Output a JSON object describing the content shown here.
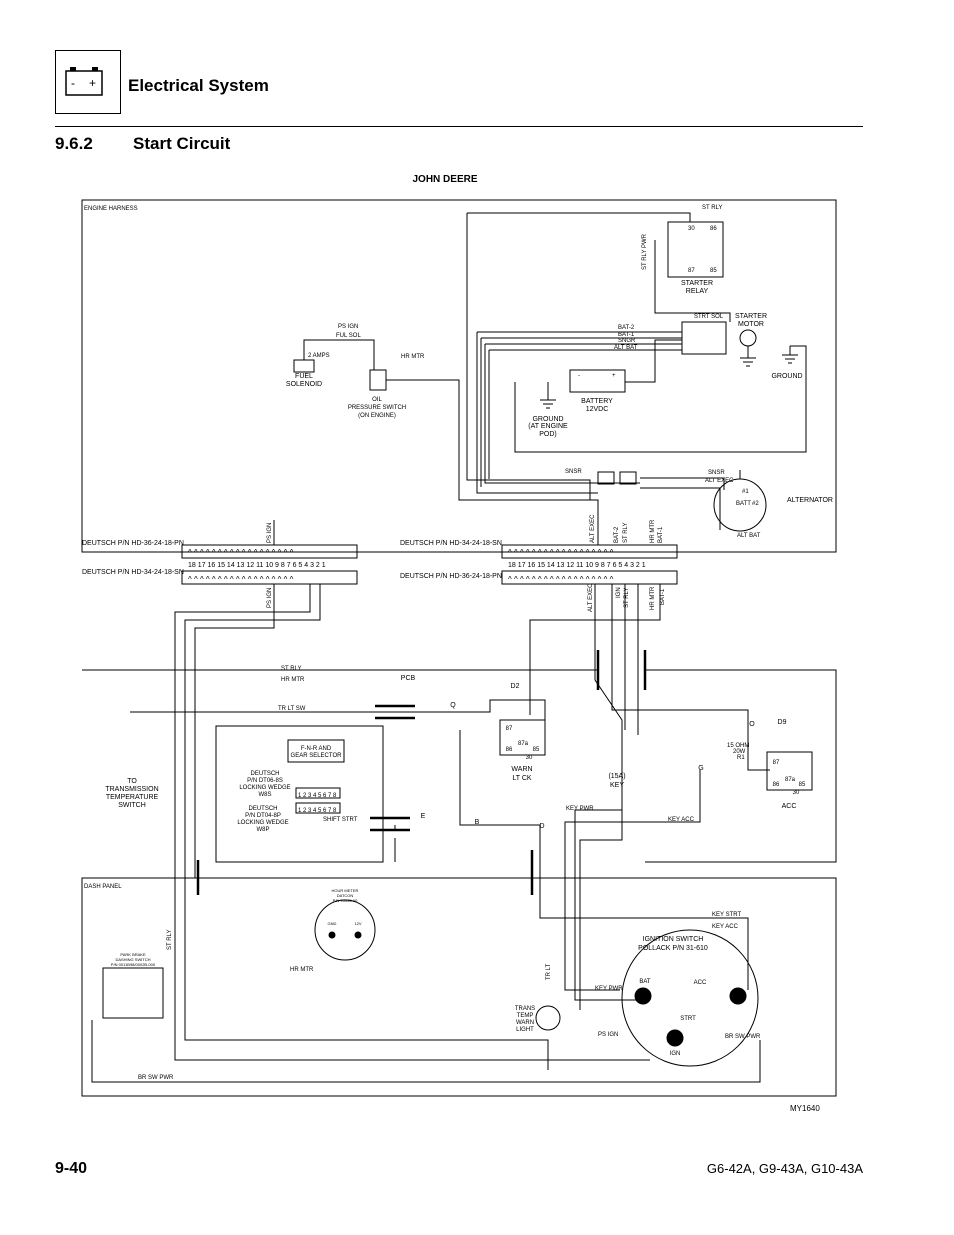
{
  "header": {
    "section_title": "Electrical System",
    "battery_minus": "-",
    "battery_plus": "+"
  },
  "section": {
    "number": "9.6.2",
    "name": "Start Circuit"
  },
  "diagram": {
    "title": "JOHN DEERE",
    "figure_id": "MY1640",
    "engine_harness": "ENGINE HARNESS",
    "dash_panel": "DASH PANEL",
    "pcb": "PCB",
    "connectors": {
      "left_top": "DEUTSCH P/N HD-36-24-18-PN",
      "left_bottom": "DEUTSCH P/N HD-34-24-18-SN",
      "right_top": "DEUTSCH P/N HD-34-24-18-SN",
      "right_bottom": "DEUTSCH P/N HD-36-24-18-PN",
      "pins": "18 17 16 15 14 13 12 11 10 9  8  7  6  5  4  3  2  1",
      "chevrons": "^ ^ ^ ^ ^ ^ ^ ^ ^ ^ ^ ^ ^ ^ ^ ^ ^ ^"
    },
    "wires": {
      "st_rly": "ST RLY",
      "st_rly_pwr": "ST RLY PWR",
      "strt_sol": "STRT SOL",
      "bat2": "BAT-2",
      "bat1": "BAT-1",
      "sngr": "SNGR",
      "alt_bat": "ALT BAT",
      "ps_ign": "PS IGN",
      "ful_sol": "FUL SOL",
      "two_amps": "2 AMPS",
      "hr_mtr": "HR MTR",
      "snsr": "SNSR",
      "alt_exec": "ALT EXEC",
      "alt_exec_v": "ALT EXEC",
      "bat2_v": "BAT-2",
      "st_rly_v": "ST RLY",
      "hr_mtr_v": "HR MTR",
      "bat1_v": "BAT-1",
      "ps_ign_v": "PS IGN",
      "ps_ign_v2": "PS IGN",
      "alt_exec_v2": "ALT EXEC",
      "ign_v": "IGN",
      "st_rly_v2": "ST RLY",
      "hr_mtr_v2": "HR MTR",
      "bat1_v2": "BAT-1",
      "st_rly_h": "ST RLY",
      "hr_mtr_h": "HR MTR",
      "tr_lt_sw": "TR LT SW",
      "key_pwr": "KEY PWR",
      "key_acc": "KEY ACC",
      "key_strt": "KEY STRT",
      "key_acc2": "KEY ACC",
      "key_pwr2": "KEY PWR",
      "ps_ign2": "PS IGN",
      "br_sw_pwr": "BR SW PWR",
      "br_sw_pwr2": "BR SW PWR",
      "hr_mtr3": "HR MTR",
      "st_rly3": "ST RLY",
      "tr_lt": "TR LT"
    },
    "components": {
      "starter_relay": [
        "STARTER",
        "RELAY"
      ],
      "starter_motor": [
        "STARTER",
        "MOTOR"
      ],
      "ground": "GROUND",
      "battery": [
        "BATTERY",
        "12VDC"
      ],
      "ground_engine": [
        "GROUND",
        "(AT ENGINE",
        "POD)"
      ],
      "fuel_solenoid": [
        "FUEL",
        "SOLENOID"
      ],
      "oil_switch": [
        "OIL",
        "PRESSURE SWITCH",
        "(ON ENGINE)"
      ],
      "alternator": "ALTERNATOR",
      "alt_batt": "BATT",
      "alt_e1": "#1",
      "alt_e2": "#2",
      "relay_pins": {
        "p30": "30",
        "p86": "86",
        "p87": "87",
        "p85": "85",
        "p87a": "87a"
      },
      "warn_relay": [
        "WARN",
        "LT CK"
      ],
      "d2": "D2",
      "d9": "D9",
      "acc": "ACC",
      "key": [
        "(15A)",
        "KEY"
      ],
      "resistor": [
        "15 OHM",
        "20W",
        "R1"
      ],
      "nodes": {
        "q": "Q",
        "o": "O",
        "g": "G",
        "e": "E",
        "b": "B",
        "d": "D"
      },
      "trans_temp_switch": [
        "TO",
        "TRANSMISSION",
        "TEMPERATURE",
        "SWITCH"
      ],
      "gear_selector": [
        "F-N-R AND",
        "GEAR SELECTOR"
      ],
      "deutsch_8s": [
        "DEUTSCH",
        "P/N DT06-8S",
        "LOCKING WEDGE",
        "W8S"
      ],
      "deutsch_8p": [
        "DEUTSCH",
        "P/N DT04-8P",
        "LOCKING WEDGE",
        "W8P"
      ],
      "plug_pins": "1 2 3 4 5 6 7 8",
      "shift_strt": "SHIFT STRT",
      "hour_meter": [
        "HOUR METER",
        "DATCON",
        "P/N 95436-00"
      ],
      "hm_gnd": "GND",
      "hm_pos": "12V",
      "park_brake": [
        "PARK BRAKE",
        "DASHING SWITCH",
        "P/N 0011B98/0002B-000"
      ],
      "ignition": [
        "IGNITION SWITCH",
        "POLLACK P/N 31-610"
      ],
      "ign_bat": "BAT",
      "ign_acc": "ACC",
      "ign_strt": "STRT",
      "ign_ign": "IGN",
      "warn_light": [
        "TRANS",
        "TEMP",
        "WARN",
        "LIGHT"
      ],
      "batt_minus": "-",
      "batt_plus": "+"
    }
  },
  "footer": {
    "page": "9-40",
    "models": "G6-42A, G9-43A, G10-43A"
  }
}
